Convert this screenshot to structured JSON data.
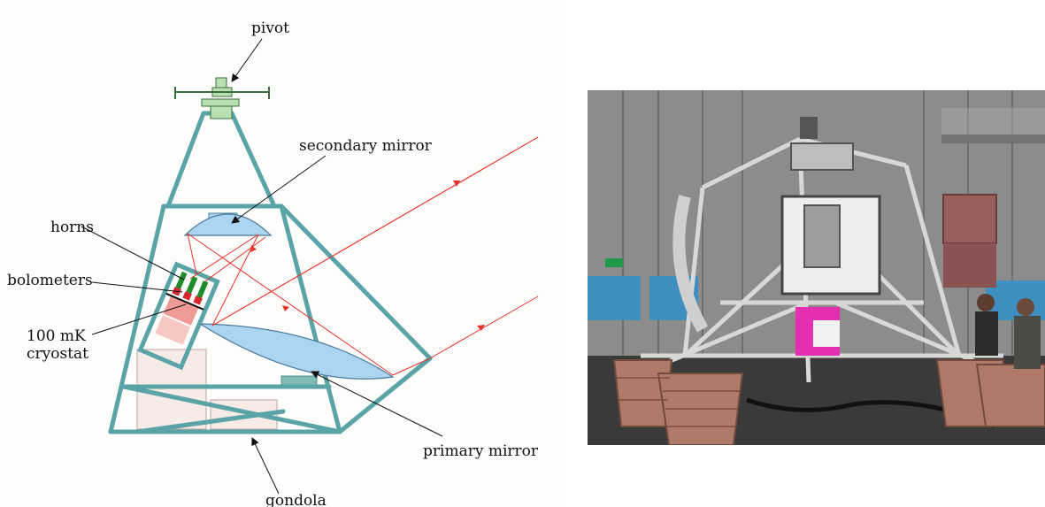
{
  "diagram": {
    "labels": {
      "pivot": "pivot",
      "secondary_mirror": "secondary mirror",
      "horns": "horns",
      "bolometers": "bolometers",
      "cryostat_line1": "100 mK",
      "cryostat_line2": "cryostat",
      "primary_mirror": "primary mirror",
      "gondola": "gondola"
    },
    "colors": {
      "frame": "#5aa4a8",
      "mirror": "#aad4ef",
      "ray": "#e8322c",
      "pivot": "#b9e0b0",
      "horn": "#1f8a2a",
      "bolometer": "#d8262e",
      "cryostat": "#f09a96",
      "cryostat_light": "#f7c7c4",
      "block": "#f7ebe8"
    }
  },
  "photo": {
    "colors": {
      "floor": "#3a3a3a",
      "wall": "#8c8c8c",
      "frame": "#d8d8d8",
      "magenta": "#e42fb3",
      "crate": "#b07a68",
      "cabinet": "#9a5e5e",
      "window": "#3e8fbf"
    }
  }
}
